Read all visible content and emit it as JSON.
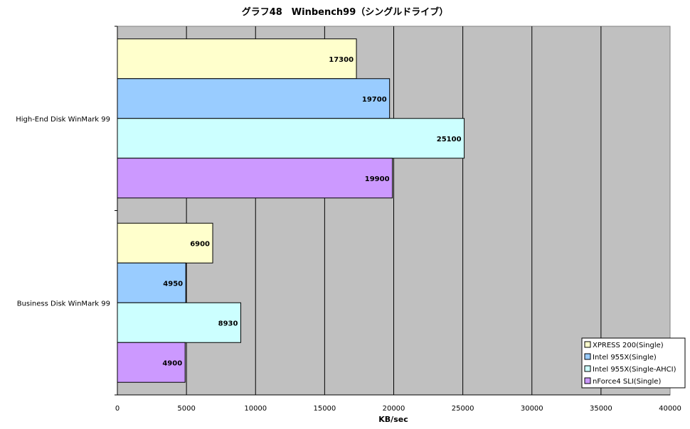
{
  "chart_data": {
    "type": "bar",
    "orientation": "horizontal",
    "title": "グラフ48　Winbench99（シングルドライブ）",
    "xlabel": "KB/sec",
    "ylabel": "",
    "xlim": [
      0,
      40000
    ],
    "x_ticks": [
      "0",
      "5000",
      "10000",
      "15000",
      "20000",
      "25000",
      "30000",
      "35000",
      "40000"
    ],
    "grid": true,
    "legend_position": "bottom-right",
    "categories": [
      "High-End Disk WinMark 99",
      "Business Disk WinMark 99"
    ],
    "series": [
      {
        "name": "XPRESS 200(Single)",
        "color": "#ffffcc",
        "values": [
          17300,
          6900
        ]
      },
      {
        "name": "Intel 955X(Single)",
        "color": "#99ccff",
        "values": [
          19700,
          4950
        ]
      },
      {
        "name": "Intel 955X(Single-AHCI)",
        "color": "#ccffff",
        "values": [
          25100,
          8930
        ]
      },
      {
        "name": "nForce4 SLI(Single)",
        "color": "#cc99ff",
        "values": [
          19900,
          4900
        ]
      }
    ],
    "plot_background": "#c0c0c0"
  }
}
